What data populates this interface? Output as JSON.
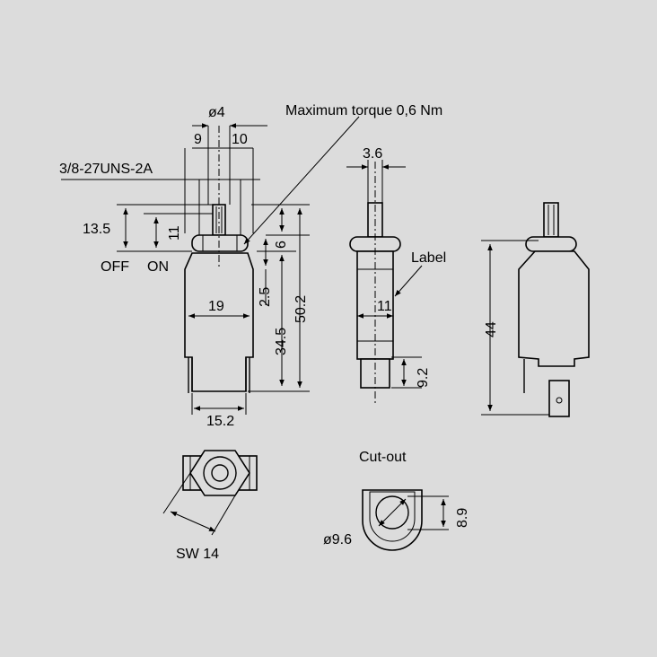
{
  "labels": {
    "torque": "Maximum torque 0,6 Nm",
    "thread": "3/8-27UNS-2A",
    "dia4": "ø4",
    "dim9": "9",
    "dim10": "10",
    "dim13_5": "13.5",
    "dim11_left": "11",
    "off": "OFF",
    "on": "ON",
    "dim6": "6",
    "dim2_5": "2.5",
    "dim19": "19",
    "dim34_5": "34.5",
    "dim50_2": "50.2",
    "dim15_2": "15.2",
    "dim3_6": "3.6",
    "label": "Label",
    "dim11_side": "11",
    "dim9_2": "9.2",
    "dim44": "44",
    "cutout": "Cut-out",
    "dia9_6": "ø9.6",
    "dim8_9": "8.9",
    "sw14": "SW 14"
  }
}
